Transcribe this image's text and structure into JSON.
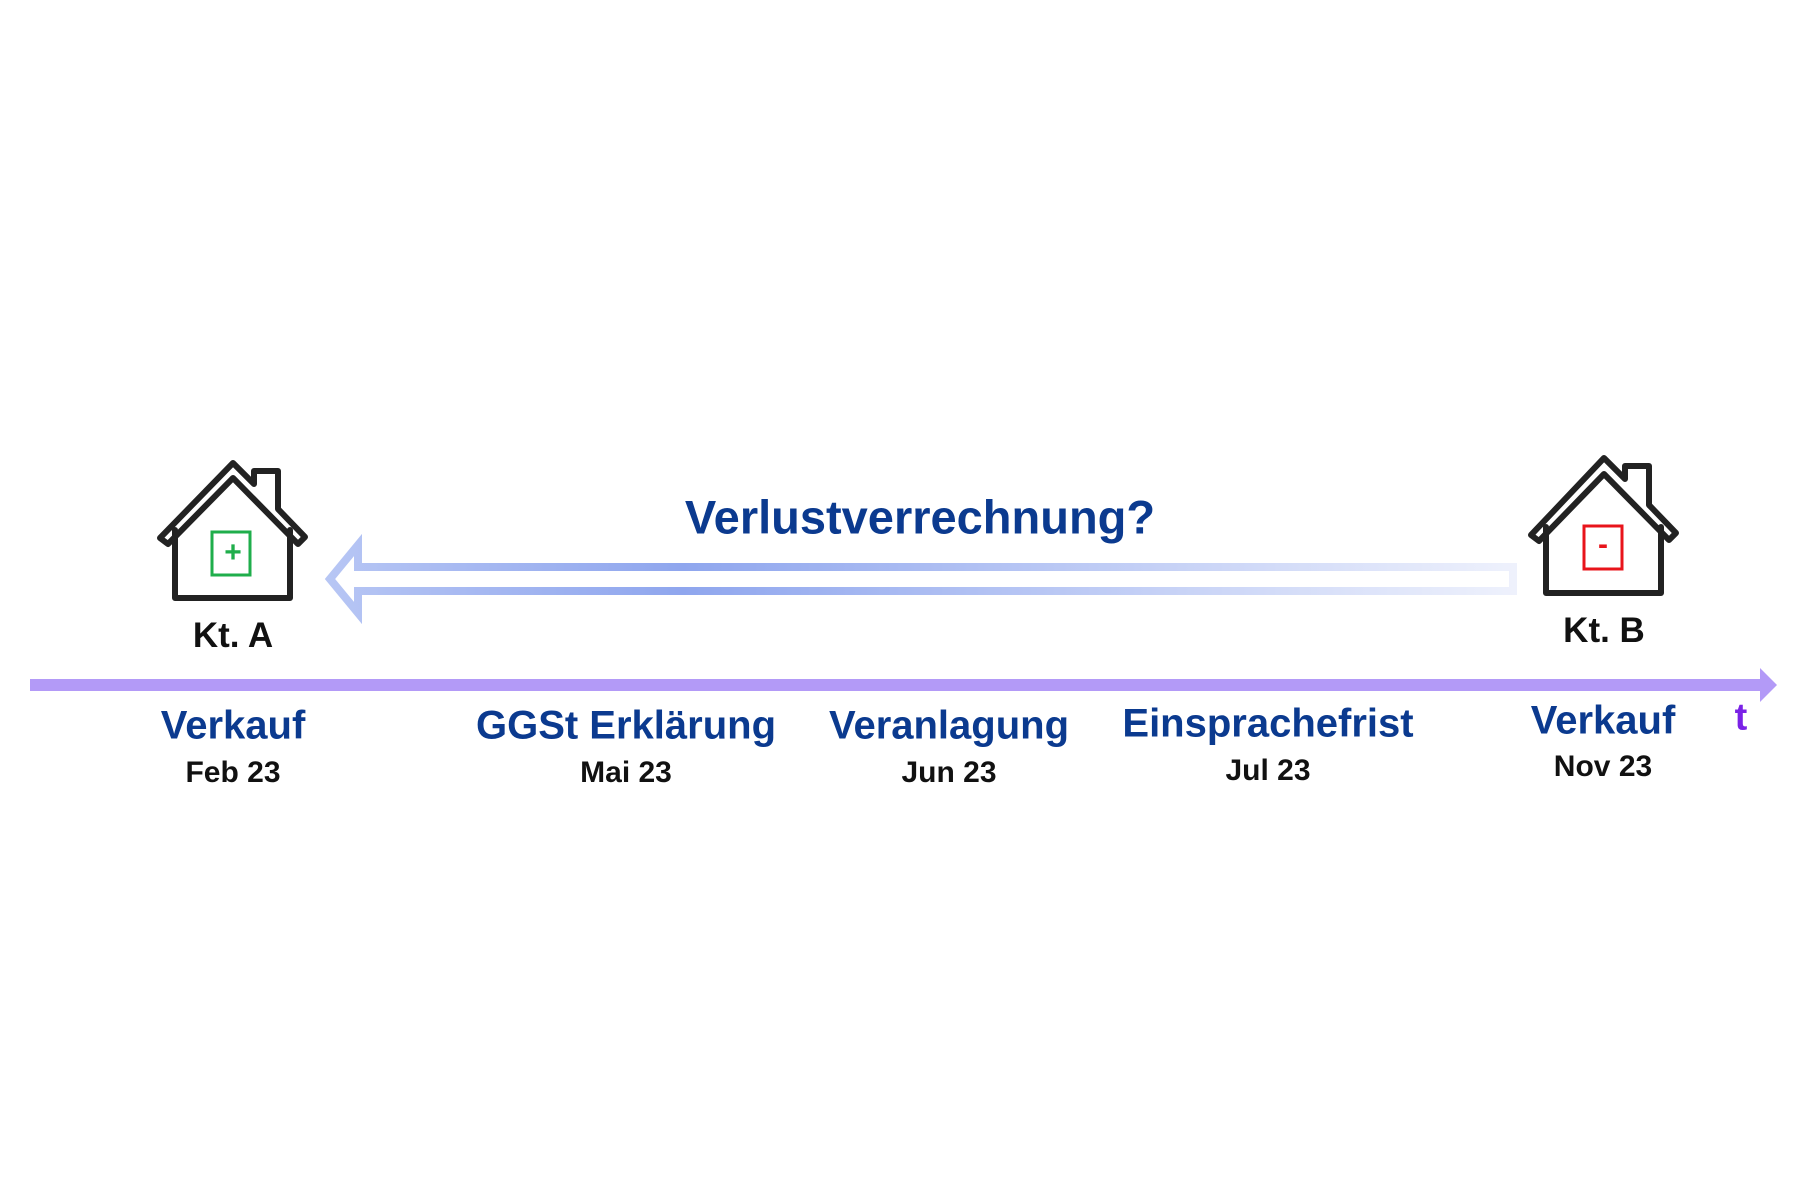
{
  "title": "Verlustverrechnung?",
  "houses": [
    {
      "label": "Kt. A",
      "sign": "+",
      "sign_color": "#1fae4b"
    },
    {
      "label": "Kt. B",
      "sign": "-",
      "sign_color": "#e8141b"
    }
  ],
  "timeline": {
    "axis_label": "t",
    "axis_color": "#b39af7",
    "events": [
      {
        "name": "Verkauf",
        "date": "Feb 23"
      },
      {
        "name": "GGSt Erklärung",
        "date": "Mai 23"
      },
      {
        "name": "Veranlagung",
        "date": "Jun 23"
      },
      {
        "name": "Einsprachefrist",
        "date": "Jul 23"
      },
      {
        "name": "Verkauf",
        "date": "Nov 23"
      }
    ]
  },
  "colors": {
    "title": "#0b3a8f",
    "arrow": "#8fa6ee"
  }
}
